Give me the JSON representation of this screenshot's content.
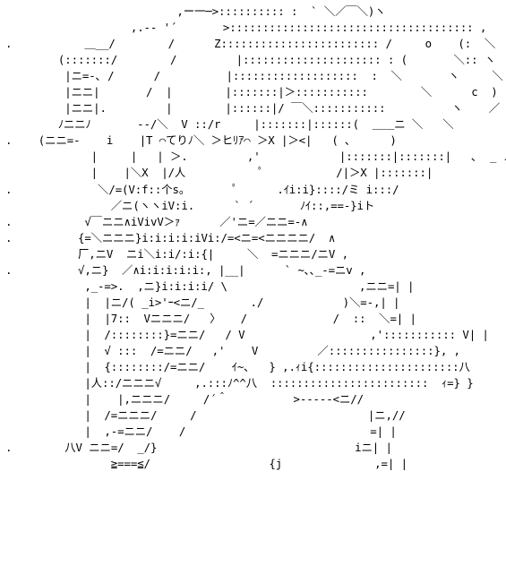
{
  "art": {
    "lines": [
      "                          ,ー一─>:::::::::: :  ` ＼／￣＼)ヽ",
      "                   ,.-‐ '´       >::::::::::::::::::::::::::::::::::::: ,    )",
      ".           ＿__/        /      Z:::::::::::::::::::::::: /     o    (:  ＼",
      "        (:::::::/        /         |::::::::::::::::::::: : (       ＼:: ヽ  ＼",
      "         |ニ=-､ /      /          |:::::::::::::::::::  :  ＼       ヽ     ＼",
      "         |ニニ|       /  |        |:::::::|＞:::::::::::        ＼      c  )",
      "         |ニニ|.         |        |::::::|/ ￣＼:::::::::::          ヽ    ／",
      "        ﾉニニﾉ       --/＼  V ::/r     |:::::::|::::::(  ＿＿ニ ＼   ＼",
      ".    (ニニ=-    i    |T ⌒てりﾉ＼ ＞ヒﾘｱ⌒ ＞X |＞<|   ( ､      )",
      "             |     |   | ＞.         ,'            |:::::::|:::::::|   ､  _ ノ",
      "             |    |＼X  |/人           ﾟ           /|＞X |:::::::|",
      ".             ＼/=(V:f::个s。       ﾟ      .ｲi:i}::::/ミ i:::/",
      "                ／ニ(ヽヽiV:i.      ` ´       ﾉｲ::,==-}iト",
      ".           √￣ニニ∧iVivV＞ｧ      ／'ニ=／ニニ=-∧",
      ".          {=＼ニニニ}i:i:i:i:iVi:/=<ニ=<ニニニニ/  ∧",
      "           厂,ニV  ニi＼i:i/:i:{|     ＼  =ニニニ/ニV ,",
      ".          √,ニ}  ／∧i:i:i:i:i:, |__|      ` ~､､_-=ニv ,",
      "            ,_-=>.  ,ニ}i:i:i:i/ \\                    ,ニニ=| |",
      "            |  |ニ/( _i>'ｰ<ニ/_       ./            )＼=-,| |",
      "            |  |7::  Vニニニ/   〉   /             /  ::  ＼=| |",
      "            |  /::::::::}=ニニ/   / V                   ,'::::::::::: V| |",
      "            |  √ :::  /=ニニ/   ,'    V         ／::::::::::::::::}, ,",
      "            |  {::::::::/=ニニ/    ｲ~､   } ,.ｨi{::::::::::::::::::::::八",
      "            |人::/ニニニ√     ,.:::ﾉ^^八  ::::::::::::::::::::::::  ｨ=} }",
      "            |    |,ニニニ/     /´＾          >-----<ニ//",
      "            |  /=ニニニ/     /                          |ニ,//",
      "            |  ,-=ニニ/    /                            =| |",
      ".        八V ニニ=/  _/}                              iニ| |",
      "                ≧===≦/                  {j              ,=| |"
    ]
  }
}
